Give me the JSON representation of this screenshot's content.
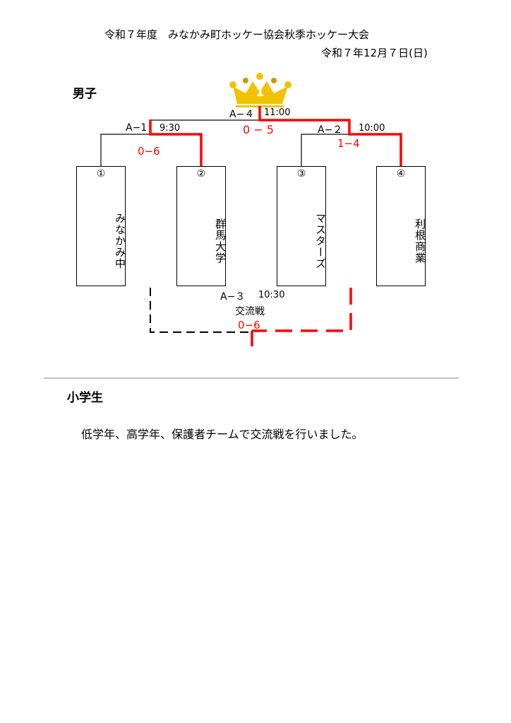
{
  "header": {
    "title": "令和７年度　みなかみ町ホッケー協会秋季ホッケー大会",
    "date": "令和７年12月７日(日)"
  },
  "boys": {
    "heading": "男子",
    "crown_rank": "1",
    "teams": [
      {
        "num": "①",
        "name": "みなかみ中"
      },
      {
        "num": "②",
        "name": "群馬大学"
      },
      {
        "num": "③",
        "name": "マスターズ"
      },
      {
        "num": "④",
        "name": "利根商業"
      }
    ],
    "matches": {
      "a1": {
        "label": "A−1",
        "time": "9:30",
        "score": "0−6"
      },
      "a2": {
        "label": "A−２",
        "time": "10:00",
        "score": "1−4"
      },
      "a4": {
        "label": "A−４",
        "time": "11:00",
        "score": "0 − 5"
      },
      "a3": {
        "label": "A−３",
        "time": "10:30",
        "note": "交流戦",
        "score": "0−6"
      }
    }
  },
  "elementary": {
    "heading": "小学生",
    "text": "低学年、高学年、保護者チームで交流戦を行いました。"
  },
  "colors": {
    "winner": "#ff0000",
    "crown": "#f2c200"
  }
}
